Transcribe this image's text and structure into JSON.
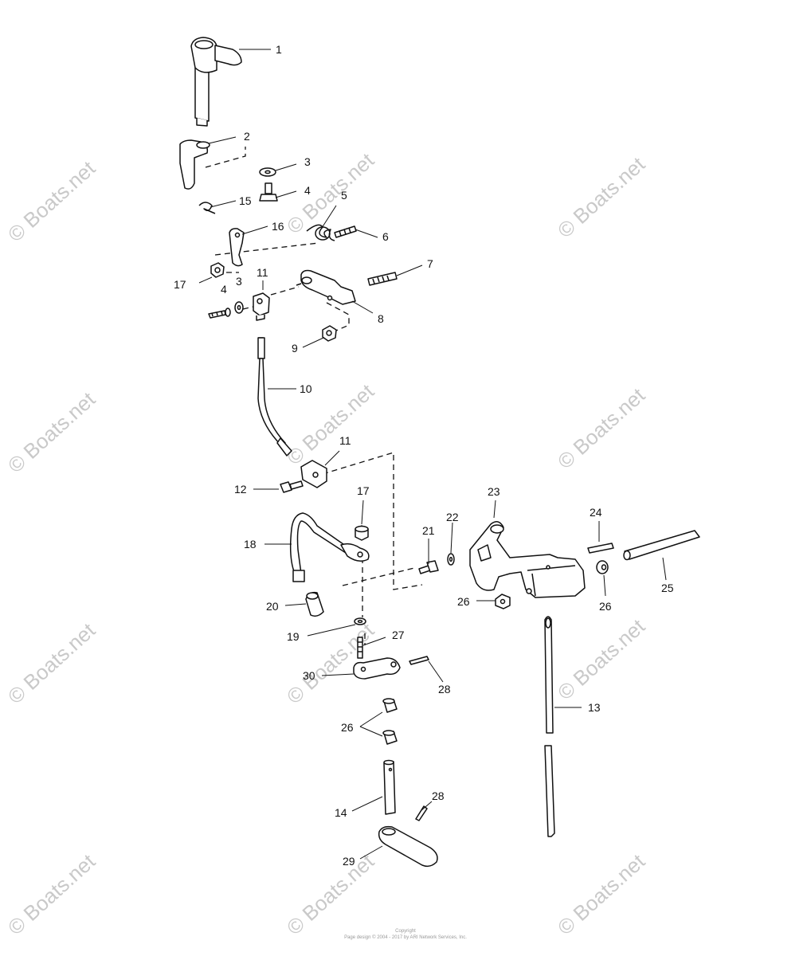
{
  "diagram": {
    "parts": [
      {
        "id": "p1",
        "number": "1"
      },
      {
        "id": "p2",
        "number": "2"
      },
      {
        "id": "p3",
        "number": "3"
      },
      {
        "id": "p4",
        "number": "4"
      },
      {
        "id": "p5",
        "number": "5"
      },
      {
        "id": "p6",
        "number": "6"
      },
      {
        "id": "p7",
        "number": "7"
      },
      {
        "id": "p8",
        "number": "8"
      },
      {
        "id": "p9",
        "number": "9"
      },
      {
        "id": "p10",
        "number": "10"
      },
      {
        "id": "p11",
        "number": "11"
      },
      {
        "id": "p12",
        "number": "12"
      },
      {
        "id": "p13",
        "number": "13"
      },
      {
        "id": "p14",
        "number": "14"
      },
      {
        "id": "p15",
        "number": "15"
      },
      {
        "id": "p16",
        "number": "16"
      },
      {
        "id": "p17",
        "number": "17"
      },
      {
        "id": "p18",
        "number": "18"
      },
      {
        "id": "p19",
        "number": "19"
      },
      {
        "id": "p20",
        "number": "20"
      },
      {
        "id": "p21",
        "number": "21"
      },
      {
        "id": "p22",
        "number": "22"
      },
      {
        "id": "p23",
        "number": "23"
      },
      {
        "id": "p24",
        "number": "24"
      },
      {
        "id": "p25",
        "number": "25"
      },
      {
        "id": "p26",
        "number": "26"
      },
      {
        "id": "p27",
        "number": "27"
      },
      {
        "id": "p28",
        "number": "28"
      },
      {
        "id": "p29",
        "number": "29"
      },
      {
        "id": "p30",
        "number": "30"
      }
    ]
  },
  "watermark": {
    "text": "© Boats.net"
  },
  "footer": {
    "line1": "Copyright",
    "line2": "Page design © 2004 - 2017 by ARI Network Services, Inc."
  },
  "colors": {
    "line": "#111111",
    "part_fill": "#ffffff",
    "watermark": "#c9c9c9"
  }
}
